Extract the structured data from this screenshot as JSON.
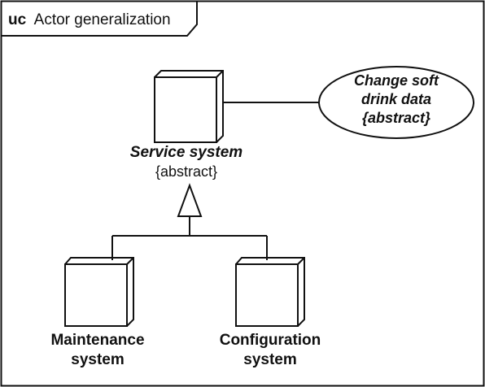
{
  "frame": {
    "keyword": "uc",
    "name": "Actor generalization"
  },
  "actors": {
    "service": {
      "name": "Service system",
      "constraint": "{abstract}"
    },
    "maintenance": {
      "line1": "Maintenance",
      "line2": "system"
    },
    "configuration": {
      "line1": "Configuration",
      "line2": "system"
    }
  },
  "use_case": {
    "line1": "Change soft",
    "line2": "drink data",
    "line3": "{abstract}"
  }
}
